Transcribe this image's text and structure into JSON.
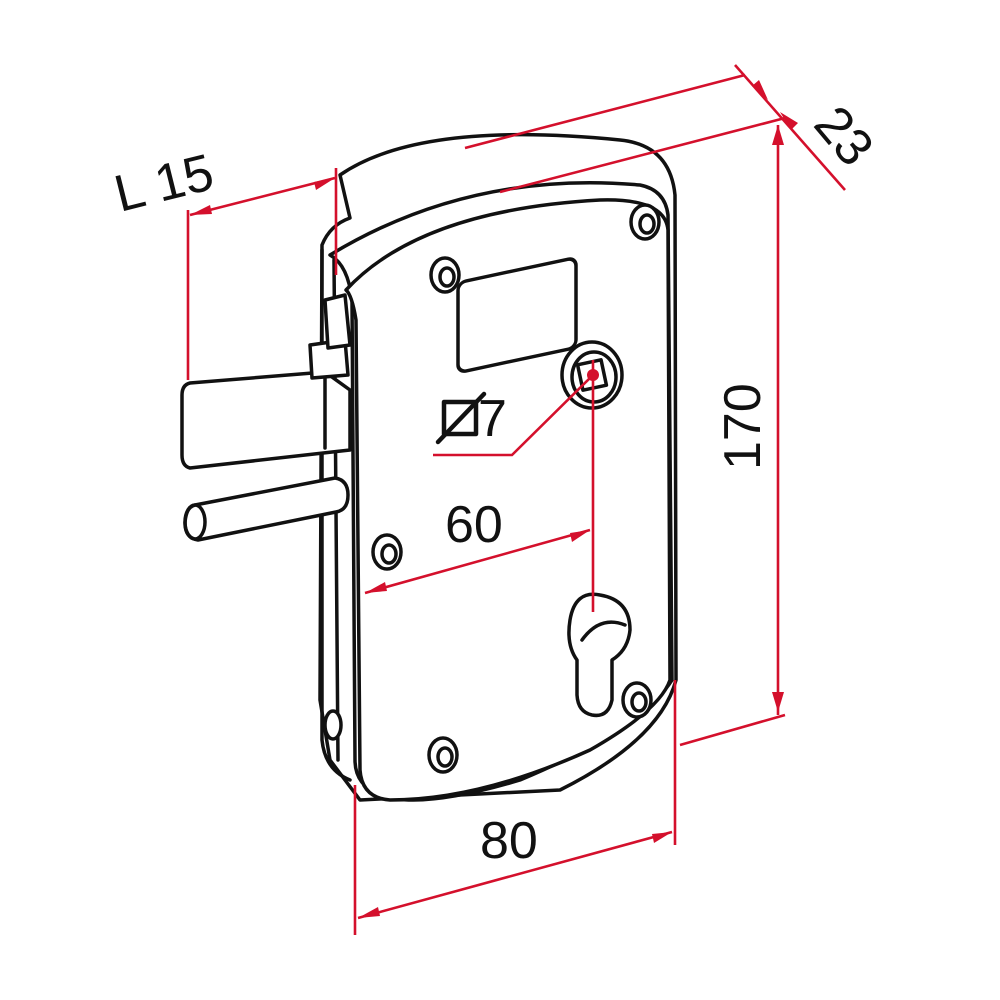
{
  "title": "Lock dimension drawing",
  "colors": {
    "dimension": "#d4102c",
    "outline": "#111111"
  },
  "dimensions": {
    "bolt_length": "L 15",
    "depth": "23",
    "height": "170",
    "spindle_square": "7",
    "backset": "60",
    "width": "80"
  }
}
